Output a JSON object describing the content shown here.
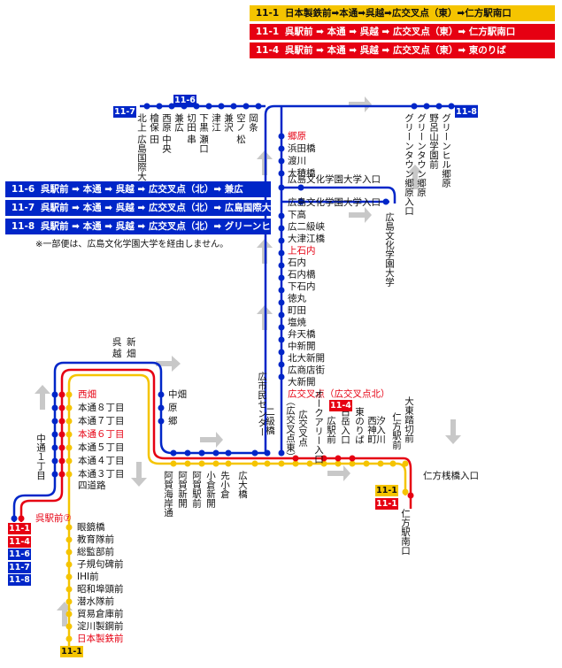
{
  "legend_top": [
    {
      "num": "11-1",
      "text": "日本製鉄前➡本通➡呉越➡広交叉点（東）➡仁方駅南口",
      "bg": "#f5c400",
      "fg": "#111"
    },
    {
      "num": "11-1",
      "text": "呉駅前 ➡ 本通 ➡ 呉越 ➡ 広交叉点（東）➡ 仁方駅南口",
      "bg": "#e60012",
      "fg": "#fff"
    },
    {
      "num": "11-4",
      "text": "呉駅前 ➡ 本通 ➡ 呉越 ➡ 広交叉点（東）➡ 東のりば",
      "bg": "#e60012",
      "fg": "#fff"
    }
  ],
  "legend_mid": [
    {
      "num": "11-6",
      "text": "呉駅前 ➡ 本通 ➡ 呉越 ➡ 広交叉点（北）➡ 兼広",
      "bg": "#0026c8"
    },
    {
      "num": "11-7",
      "text": "呉駅前 ➡ 本通 ➡ 呉越 ➡ 広交叉点（北）➡ 広島国際大学",
      "bg": "#0026c8"
    },
    {
      "num": "11-8",
      "text": "呉駅前 ➡ 本通 ➡ 呉越 ➡ 広交叉点（北）➡ グリーンヒル郷原",
      "bg": "#0026c8"
    }
  ],
  "note": "※一部便は、広島文化学園大学を経由しません。",
  "colors": {
    "blue": "#0026c8",
    "red": "#e60012",
    "yellow": "#f5c400",
    "arrow": "#c8c8c8"
  },
  "tags": {
    "t116": "11-6",
    "t117": "11-7",
    "t118": "11-8",
    "t114": "11-4",
    "t111y": "11-1",
    "t111r": "11-1"
  },
  "start_tags": [
    "11-1",
    "11-4",
    "11-6",
    "11-7",
    "11-8"
  ],
  "start_tag_colors": [
    "#e60012",
    "#e60012",
    "#0026c8",
    "#0026c8",
    "#0026c8"
  ],
  "bottom_tag": "11-1",
  "labels": {
    "kure_station": "呉駅前⑦",
    "nakadori": "中通１丁目",
    "kure": "呉",
    "goetsu": "越",
    "shin": "新",
    "hata": "畑",
    "nishihata": "西畑",
    "hondori": [
      "本通８丁目",
      "本通７丁目",
      "本通６丁目",
      "本通５丁目",
      "本通４丁目",
      "本通３丁目",
      "四道路"
    ],
    "nakahata": "中畑",
    "hara": "原",
    "go": "郷",
    "south_stops": [
      "眼鏡橋",
      "教育隊前",
      "総監部前",
      "子規句碑前",
      "IHI前",
      "昭和埠頭前",
      "潜水隊前",
      "貿易倉庫前",
      "淀川製鋼前",
      "日本製鉄前"
    ],
    "north_stops": [
      "郷原",
      "浜田橋",
      "渡川",
      "大積橋",
      "広島文化学園大学入口",
      "広島文化学園大学入口",
      "下高",
      "広二級峡",
      "大津江橋",
      "上石内",
      "石内",
      "石内橋",
      "下石内",
      "徳丸",
      "町田",
      "塩焼",
      "弁天橋",
      "中新開",
      "北大新開",
      "広商店街",
      "大新開",
      "広交叉点（広交叉点北）"
    ],
    "bunka": "広島文化学園大学",
    "top_v": [
      "北上",
      "檜保",
      "西原",
      "兼広",
      "切田",
      "下黒",
      "津江",
      "兼沢",
      "空ノ",
      "岡条"
    ],
    "top_v2": [
      "広島国際大学",
      "田",
      "中央",
      "",
      "串",
      "瀬口",
      "",
      "",
      "松",
      ""
    ],
    "greenhill": [
      "グリーンヒル郷原",
      "野呂山学園前",
      "グリーンタウン郷原",
      "グリーンタウン郷原入口"
    ],
    "bottom_v": [
      "阿賀海岸通",
      "阿賀新開",
      "阿賀駅前",
      "小倉新開",
      "先小倉",
      "広大橋"
    ],
    "hiro_center": "広市民センター",
    "nikyu": "二級橋",
    "hiro_higashi": "（広交叉点東）",
    "hiro_kousaten": "広交叉点",
    "oakari": "オークアリー入口",
    "hiroeki": "広駅前",
    "shiromachi": "白岳入口",
    "higashinoriba": "東のりば",
    "shiokawa": "汐入川",
    "nishishinmachi": "西神町",
    "nigata_eki": "仁方駅前",
    "daito": "大東踏切前",
    "nigata_bridge": "仁方桟橋入口",
    "nigata_south": "仁方駅南口"
  }
}
